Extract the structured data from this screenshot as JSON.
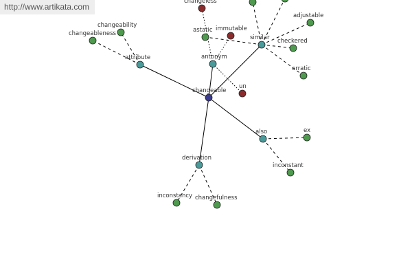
{
  "watermark": {
    "text": "http://www.artikata.com"
  },
  "colors": {
    "center": "#3b3b8f",
    "relation": "#4a9a9a",
    "word": "#4e9a4e",
    "antonym_word": "#8b2c2c"
  },
  "nodes": [
    {
      "id": "changeable",
      "label": "changeable",
      "kind": "center"
    },
    {
      "id": "attribute",
      "label": "attribute",
      "kind": "relation"
    },
    {
      "id": "antonym",
      "label": "antonym",
      "kind": "relation"
    },
    {
      "id": "similar",
      "label": "similar",
      "kind": "relation"
    },
    {
      "id": "also",
      "label": "also",
      "kind": "relation"
    },
    {
      "id": "derivation",
      "label": "derivation",
      "kind": "relation"
    },
    {
      "id": "changeability",
      "label": "changeability",
      "kind": "word"
    },
    {
      "id": "changeableness",
      "label": "changeableness",
      "kind": "word"
    },
    {
      "id": "changeless",
      "label": "changeless",
      "kind": "antonym_word"
    },
    {
      "id": "immutable",
      "label": "immutable",
      "kind": "antonym_word"
    },
    {
      "id": "un",
      "label": "un",
      "kind": "antonym_word"
    },
    {
      "id": "astatic",
      "label": "astatic",
      "kind": "word"
    },
    {
      "id": "adjustable",
      "label": "adjustable",
      "kind": "word"
    },
    {
      "id": "checkered",
      "label": "checkered",
      "kind": "word"
    },
    {
      "id": "erratic",
      "label": "erratic",
      "kind": "word"
    },
    {
      "id": "similar_top1",
      "label": "",
      "kind": "word"
    },
    {
      "id": "similar_top2",
      "label": "",
      "kind": "word"
    },
    {
      "id": "ex",
      "label": "ex",
      "kind": "word"
    },
    {
      "id": "inconstant",
      "label": "inconstant",
      "kind": "word"
    },
    {
      "id": "inconstancy",
      "label": "inconstancy",
      "kind": "word"
    },
    {
      "id": "changefulness",
      "label": "changefulness",
      "kind": "word"
    }
  ],
  "edges": [
    {
      "from": "changeable",
      "to": "attribute",
      "style": "solid"
    },
    {
      "from": "changeable",
      "to": "antonym",
      "style": "solid"
    },
    {
      "from": "changeable",
      "to": "similar",
      "style": "solid"
    },
    {
      "from": "changeable",
      "to": "also",
      "style": "solid"
    },
    {
      "from": "changeable",
      "to": "derivation",
      "style": "solid"
    },
    {
      "from": "attribute",
      "to": "changeability",
      "style": "dashed"
    },
    {
      "from": "attribute",
      "to": "changeableness",
      "style": "dashed"
    },
    {
      "from": "antonym",
      "to": "changeless",
      "style": "dotted"
    },
    {
      "from": "antonym",
      "to": "immutable",
      "style": "dotted"
    },
    {
      "from": "antonym",
      "to": "un",
      "style": "dotted"
    },
    {
      "from": "similar",
      "to": "astatic",
      "style": "dashed"
    },
    {
      "from": "similar",
      "to": "adjustable",
      "style": "dashed"
    },
    {
      "from": "similar",
      "to": "checkered",
      "style": "dashed"
    },
    {
      "from": "similar",
      "to": "erratic",
      "style": "dashed"
    },
    {
      "from": "similar",
      "to": "similar_top1",
      "style": "dashed"
    },
    {
      "from": "similar",
      "to": "similar_top2",
      "style": "dashed"
    },
    {
      "from": "also",
      "to": "ex",
      "style": "dashed"
    },
    {
      "from": "also",
      "to": "inconstant",
      "style": "dashed"
    },
    {
      "from": "derivation",
      "to": "inconstancy",
      "style": "dashed"
    },
    {
      "from": "derivation",
      "to": "changefulness",
      "style": "dashed"
    }
  ]
}
